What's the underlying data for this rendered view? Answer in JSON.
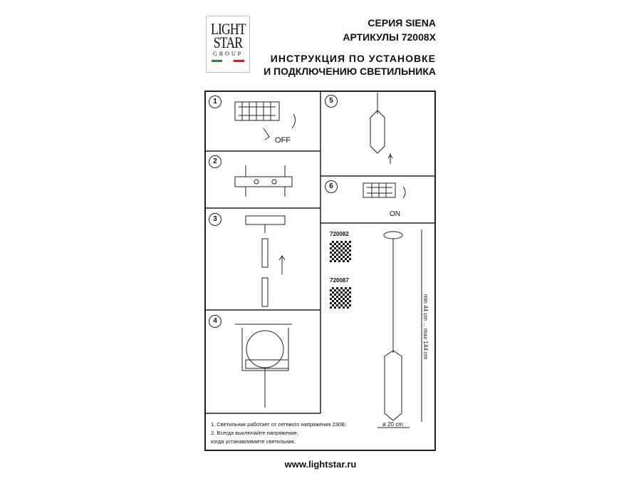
{
  "logo": {
    "line1": "LIGHT",
    "line2": "STAR",
    "line3": "GROUP"
  },
  "header": {
    "series": "СЕРИЯ SIENA",
    "articles": "АРТИКУЛЫ 72008X",
    "title_line1": "ИНСТРУКЦИЯ ПО УСТАНОВКЕ",
    "title_line2": "И ПОДКЛЮЧЕНИЮ СВЕТИЛЬНИКА"
  },
  "steps": [
    "1",
    "2",
    "3",
    "4",
    "5",
    "6"
  ],
  "labels": {
    "off": "OFF",
    "on": "ON"
  },
  "articles": [
    {
      "code": "720082"
    },
    {
      "code": "720087"
    }
  ],
  "dimensions": {
    "height": "min 44 cm ... max 144 cm",
    "diameter": "ø 20 cm"
  },
  "notes": [
    "1. Светильник работает от сетевого напряжения 230В.",
    "2. Всегда выключайте напряжение,",
    "когда устанавливаете светильник."
  ],
  "footer": {
    "url": "www.lightstar.ru"
  }
}
